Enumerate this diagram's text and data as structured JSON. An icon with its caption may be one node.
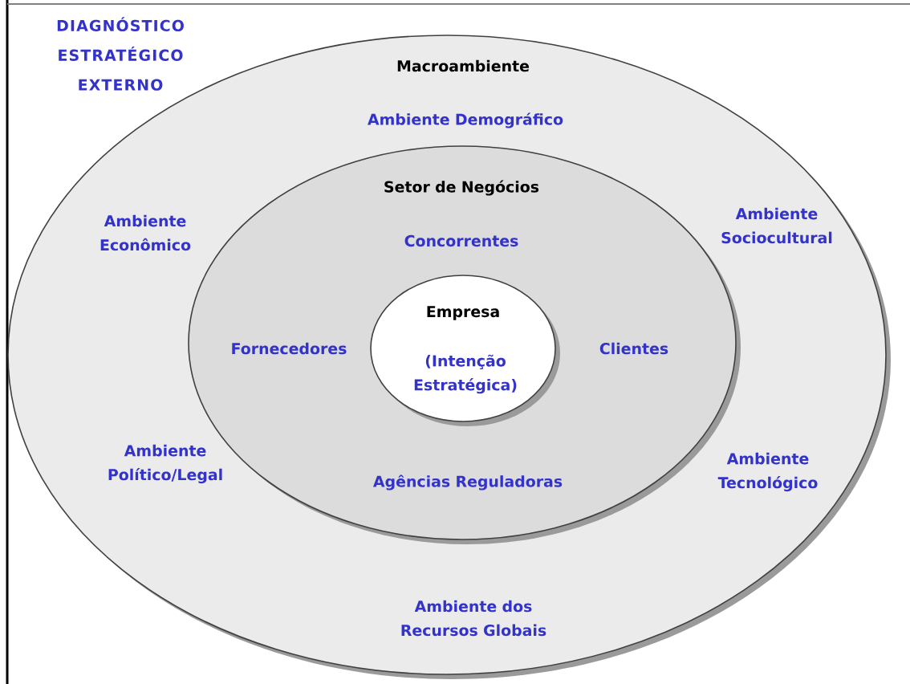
{
  "diagram": {
    "title": "DIAGNÓSTICO ESTRATÉGICO EXTERNO",
    "nodes": [
      {
        "text": [
          "Macroambiente",
          "Ambiente Demográfico",
          "Ambiente Econômico",
          "Ambiente Sociocultural",
          "Ambiente Político/Legal",
          "Ambiente Tecnológico",
          "Ambiente dos Recursos Globais"
        ]
      },
      {
        "text": [
          "Setor de Negócios",
          "Concorrentes",
          "Fornecedores",
          "Clientes",
          "Agências Reguladoras"
        ],
        "in": 0
      },
      {
        "text": [
          "Empresa",
          "(Intenção Estratégica)"
        ],
        "in": 1
      }
    ]
  }
}
